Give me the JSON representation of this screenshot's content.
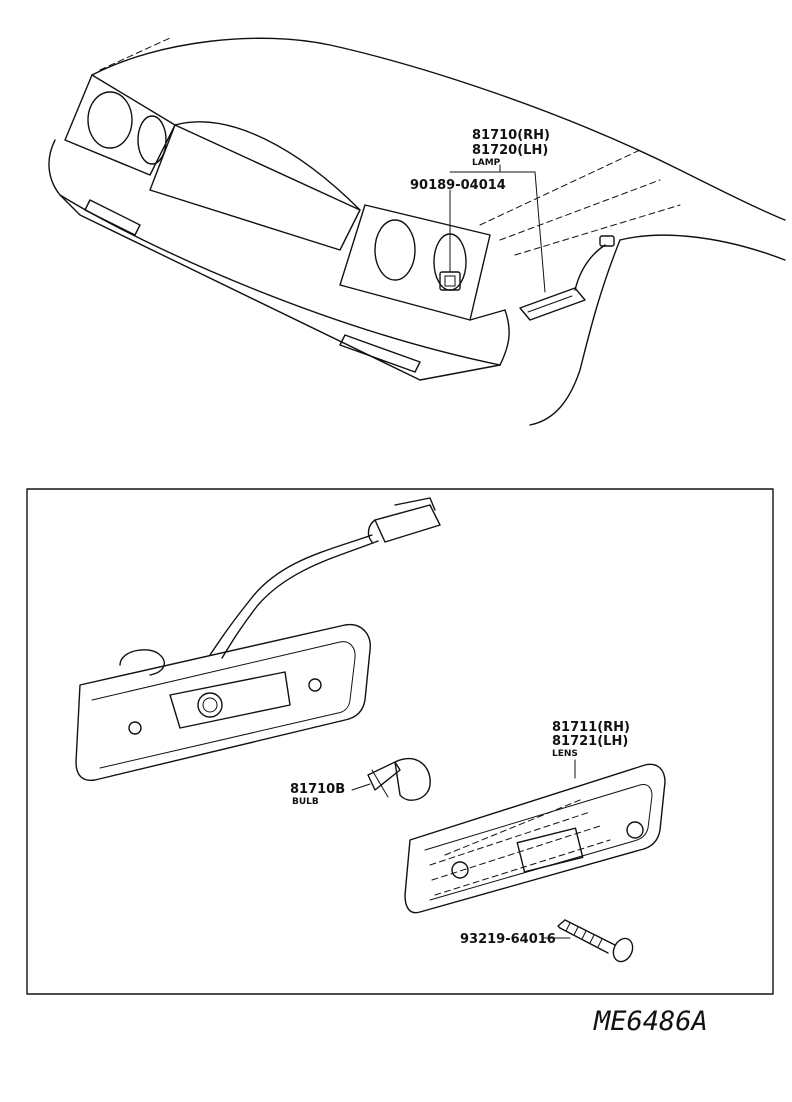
{
  "callouts": {
    "lamp_rh": "81710(RH)",
    "lamp_lh": "81720(LH)",
    "lamp_name": "LAMP",
    "socket": "90189-04014",
    "lens_rh": "81711(RH)",
    "lens_lh": "81721(LH)",
    "lens_name": "LENS",
    "bulb": "81710B",
    "bulb_name": "BULB",
    "screw": "93219-64016"
  },
  "drawing_code": "ME6486A"
}
